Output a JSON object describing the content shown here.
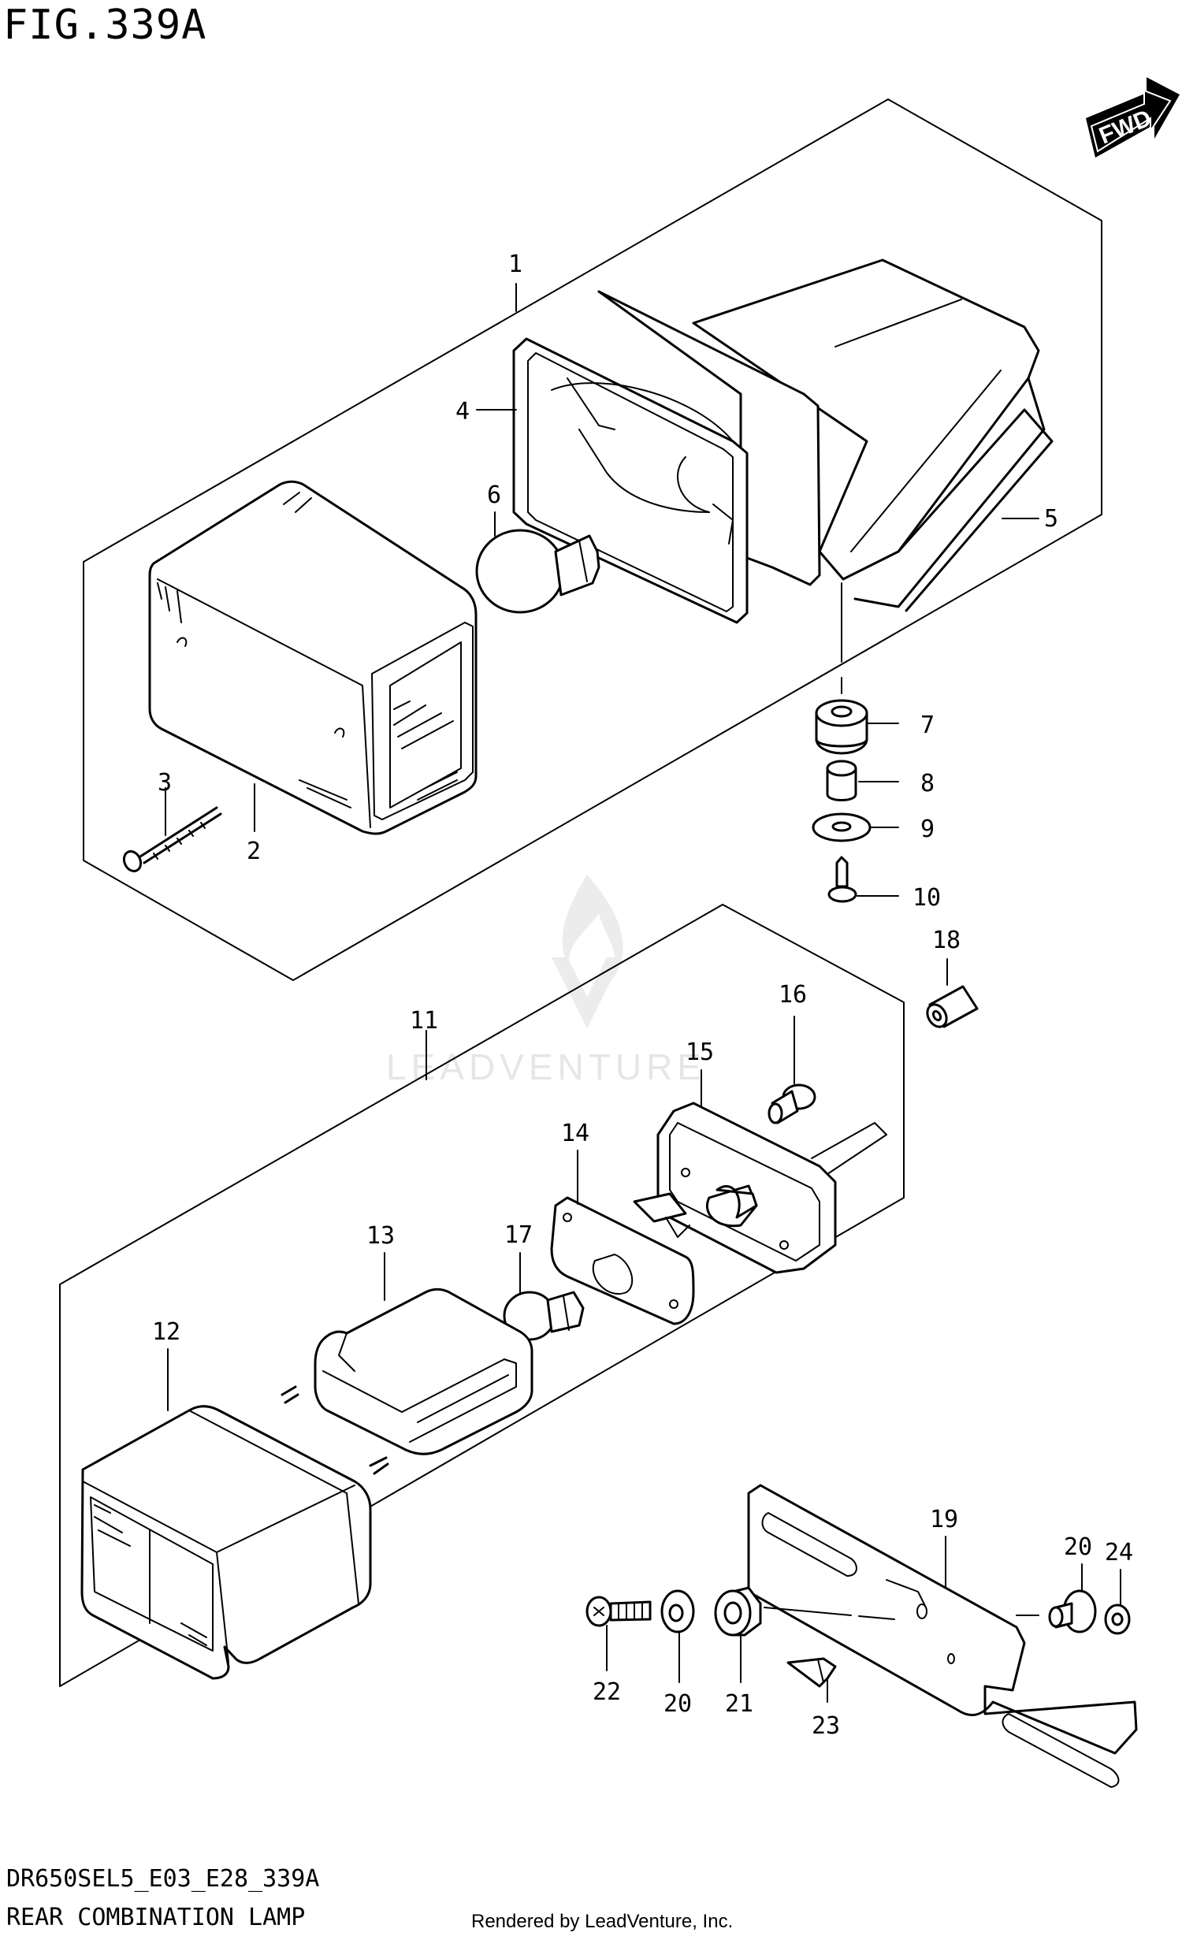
{
  "figure_title": "FIG.339A",
  "direction_badge": "FWD",
  "watermark": "LEADVENTURE",
  "footer": {
    "model_code": "DR650SEL5_E03_E28_339A",
    "assembly_name": "REAR COMBINATION LAMP",
    "rendered_by": "Rendered by LeadVenture, Inc."
  },
  "callouts": {
    "c1": "1",
    "c2": "2",
    "c3": "3",
    "c4": "4",
    "c5": "5",
    "c6": "6",
    "c7": "7",
    "c8": "8",
    "c9": "9",
    "c10": "10",
    "c11": "11",
    "c12": "12",
    "c13": "13",
    "c14": "14",
    "c15": "15",
    "c16": "16",
    "c17": "17",
    "c18": "18",
    "c19": "19",
    "c20a": "20",
    "c20b": "20",
    "c21": "21",
    "c22": "22",
    "c23": "23",
    "c24": "24"
  },
  "colors": {
    "line": "#000000",
    "background": "#ffffff",
    "watermark": "#e6e6e6"
  }
}
